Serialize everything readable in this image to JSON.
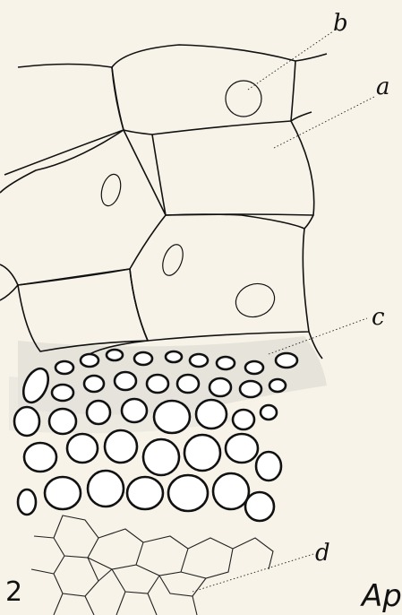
{
  "figure": {
    "number": "2",
    "title_fragment": "Ap",
    "labels": {
      "a": "a",
      "b": "b",
      "c": "c",
      "d": "d"
    },
    "colors": {
      "background": "#f7f3e8",
      "ink": "#111111",
      "stippled_zone": "#dcdcd8"
    }
  }
}
